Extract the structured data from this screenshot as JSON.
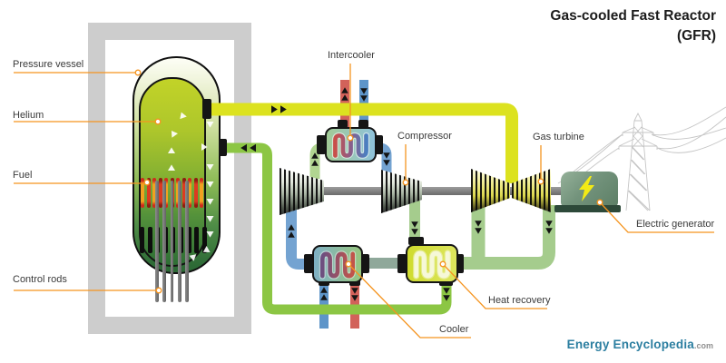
{
  "title": {
    "line1": "Gas-cooled Fast Reactor",
    "line2": "(GFR)"
  },
  "labels": {
    "pressure_vessel": "Pressure vessel",
    "helium": "Helium",
    "fuel": "Fuel",
    "control_rods": "Control rods",
    "intercooler": "Intercooler",
    "compressor": "Compressor",
    "gas_turbine": "Gas turbine",
    "electric_generator": "Electric generator",
    "heat_recovery": "Heat recovery",
    "cooler": "Cooler"
  },
  "logo": {
    "name": "Energy Encyclopedia",
    "suffix": ".com"
  },
  "colors": {
    "hot_pipe_yellow": "#dce21f",
    "warm_pipe_green": "#8cc644",
    "exhaust_pipe_pale_green": "#a5cc8d",
    "recuperated_pipe_sage": "#8fa89a",
    "cold_pipe_blue": "#74a3d1",
    "water_hot_red": "#d2625a",
    "water_cold_blue": "#5e95c9",
    "leader_orange": "#f5941f",
    "containment_gray": "#cdcdcd",
    "generator_green": "#73937c",
    "lightning_yellow": "#f3ea15",
    "logo_teal": "#2b7ea0"
  }
}
